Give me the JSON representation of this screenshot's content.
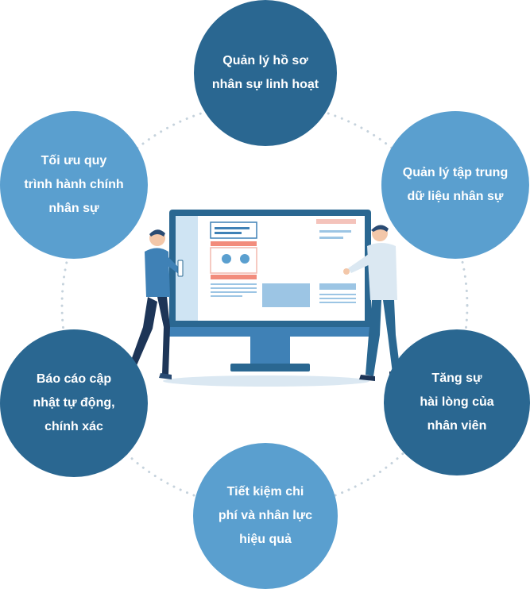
{
  "nodes": [
    {
      "label": "Quản lý hồ sơ\nnhân sự linh hoạt"
    },
    {
      "label": "Quản lý tập trung\ndữ liệu nhân sự"
    },
    {
      "label": "Tăng sự\nhài lòng của\nnhân viên"
    },
    {
      "label": "Tiết kiệm chi\nphí và nhân lực\nhiệu quả"
    },
    {
      "label": "Báo cáo cập\nnhật tự động,\nchính xác"
    },
    {
      "label": "Tối ưu quy\ntrình hành chính\nnhân sự"
    }
  ],
  "colors": {
    "dark": "#2a6791",
    "mid": "#3f81b6",
    "light": "#5a9fcf",
    "ring": "#c5d2dc"
  }
}
